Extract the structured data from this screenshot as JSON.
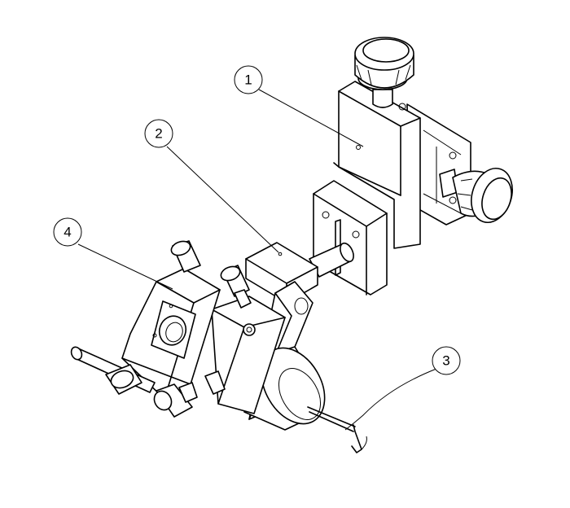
{
  "callouts": [
    {
      "label": "1"
    },
    {
      "label": "2"
    },
    {
      "label": "3"
    },
    {
      "label": "4"
    }
  ]
}
